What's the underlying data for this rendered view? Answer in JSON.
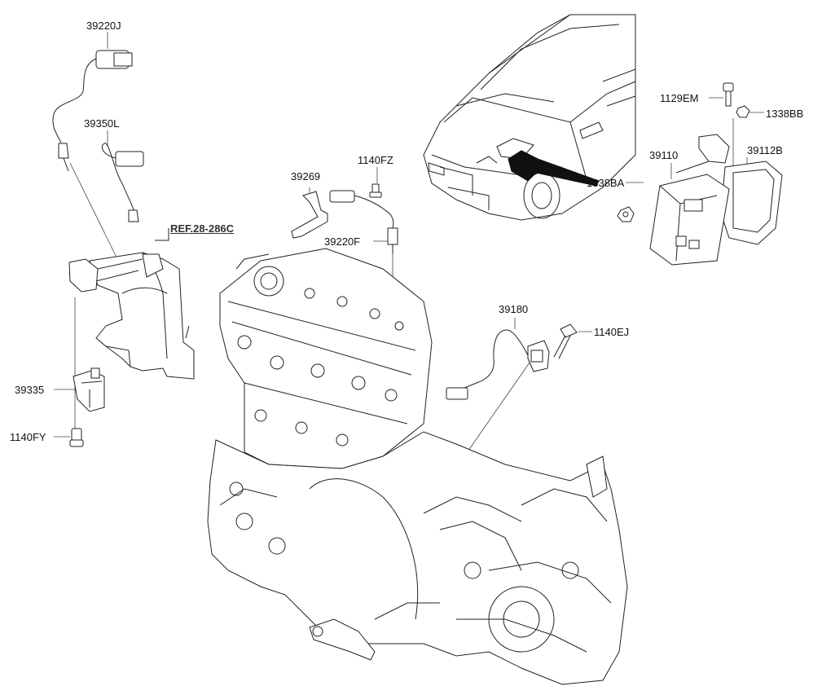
{
  "labels": {
    "p39220J": "39220J",
    "p39350L": "39350L",
    "p39269": "39269",
    "p1140FZ": "1140FZ",
    "p39220F": "39220F",
    "p1129EM": "1129EM",
    "p1338BB": "1338BB",
    "p39110": "39110",
    "p39112B": "39112B",
    "p1338BA": "1338BA",
    "p39180": "39180",
    "p1140EJ": "1140EJ",
    "p39335": "39335",
    "p1140FY": "1140FY",
    "ref": "REF.28-286C"
  }
}
